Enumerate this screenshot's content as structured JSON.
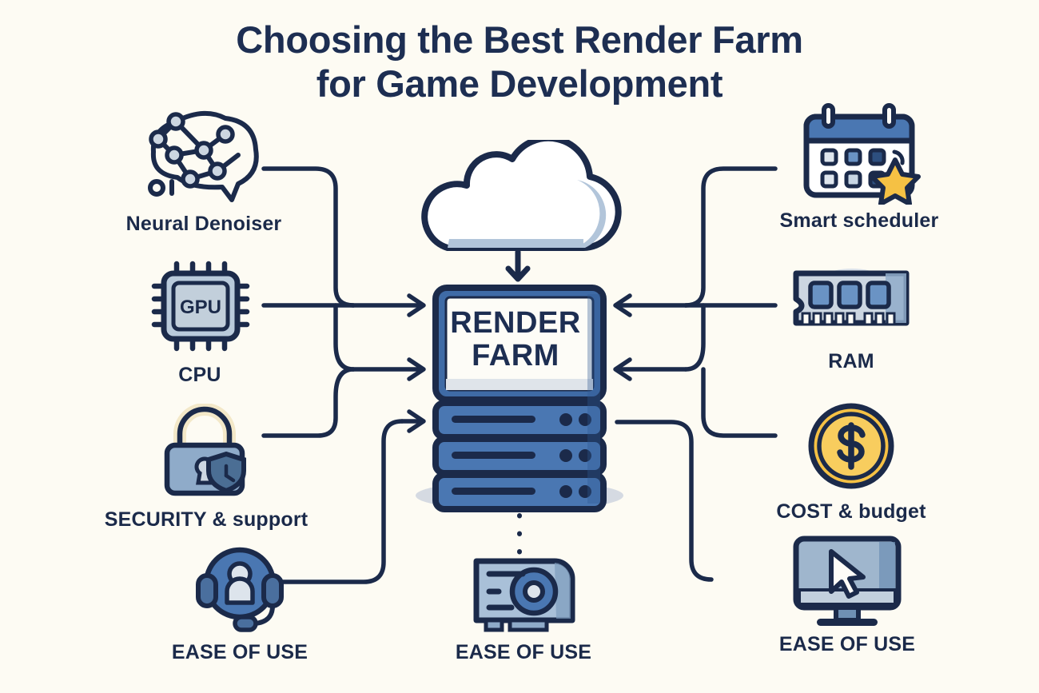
{
  "title": {
    "line1": "Choosing the Best Render Farm",
    "line2": "for Game Development"
  },
  "center": {
    "server_label_line1": "RENDER",
    "server_label_line2": "FARM",
    "cloud_icon": "cloud-icon",
    "arrow_down_icon": "arrow-down-icon"
  },
  "left_nodes": [
    {
      "id": "neural-denoiser",
      "label": "Neural Denoiser",
      "icon": "brain-network-icon",
      "style": "mixed"
    },
    {
      "id": "cpu",
      "label": "CPU",
      "icon": "chip-gpu-icon",
      "icon_text": "GPU",
      "style": "caps"
    },
    {
      "id": "security-support",
      "label": "SECURITY & support",
      "label_caps": "SECURITY",
      "label_rest": "& support",
      "icon": "padlock-shield-icon",
      "style": "mixed"
    },
    {
      "id": "ease-of-use-support",
      "label": "EASE OF USE",
      "icon": "headset-support-icon",
      "style": "caps"
    }
  ],
  "right_nodes": [
    {
      "id": "smart-scheduler",
      "label": "Smart scheduler",
      "icon": "calendar-star-icon",
      "style": "mixed"
    },
    {
      "id": "ram",
      "label": "RAM",
      "icon": "ram-stick-icon",
      "style": "caps"
    },
    {
      "id": "cost-budget",
      "label": "COST & budget",
      "label_caps": "COST",
      "label_rest": "& budget",
      "icon": "dollar-coin-icon",
      "style": "mixed"
    },
    {
      "id": "ease-of-use-monitor",
      "label": "EASE OF USE",
      "icon": "monitor-cursor-icon",
      "style": "caps"
    }
  ],
  "bottom_nodes": [
    {
      "id": "ease-of-use-gpu-card",
      "label": "EASE OF USE",
      "icon": "graphics-card-icon",
      "style": "caps"
    }
  ],
  "colors": {
    "background": "#fdfbf3",
    "ink": "#1b2a4a",
    "navy": "#1d2e52",
    "blue_mid": "#4a76b0",
    "blue_light": "#a9c0d8",
    "blue_pale": "#c6d4e2",
    "gold": "#f5c144",
    "cream": "#f6f0dc",
    "shadow": "#d3d8e0"
  }
}
